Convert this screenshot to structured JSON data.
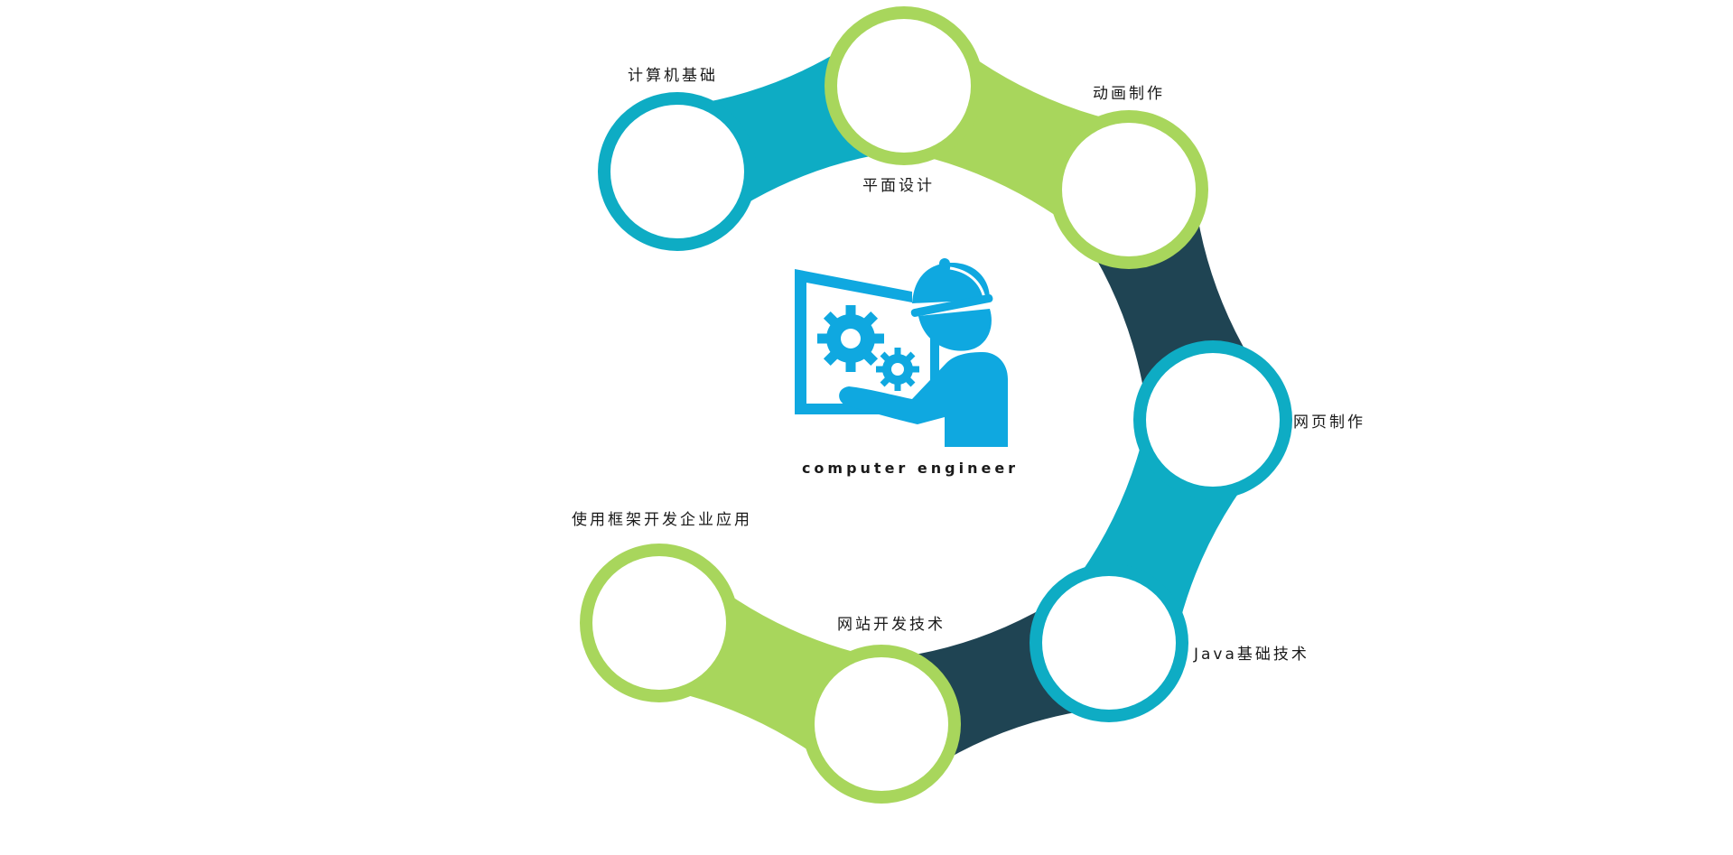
{
  "colors": {
    "teal": "#0eacc4",
    "green": "#a8d65c",
    "navy": "#1f4453",
    "sky": "#0fa8e0",
    "inner": "#ffffff"
  },
  "center": {
    "icon": "computer-engineer-icon",
    "caption": "computer engineer"
  },
  "nodes": [
    {
      "label": "计算机基础",
      "color": "teal"
    },
    {
      "label": "平面设计",
      "color": "green"
    },
    {
      "label": "动画制作",
      "color": "green"
    },
    {
      "label": "网页制作",
      "color": "teal"
    },
    {
      "label": "Java基础技术",
      "color": "teal"
    },
    {
      "label": "网站开发技术",
      "color": "green"
    },
    {
      "label": "使用框架开发企业应用",
      "color": "green"
    }
  ],
  "links": [
    {
      "from": 0,
      "to": 1,
      "color": "teal"
    },
    {
      "from": 1,
      "to": 2,
      "color": "green"
    },
    {
      "from": 2,
      "to": 3,
      "color": "navy"
    },
    {
      "from": 3,
      "to": 4,
      "color": "teal"
    },
    {
      "from": 4,
      "to": 5,
      "color": "navy"
    },
    {
      "from": 5,
      "to": 6,
      "color": "green"
    }
  ]
}
